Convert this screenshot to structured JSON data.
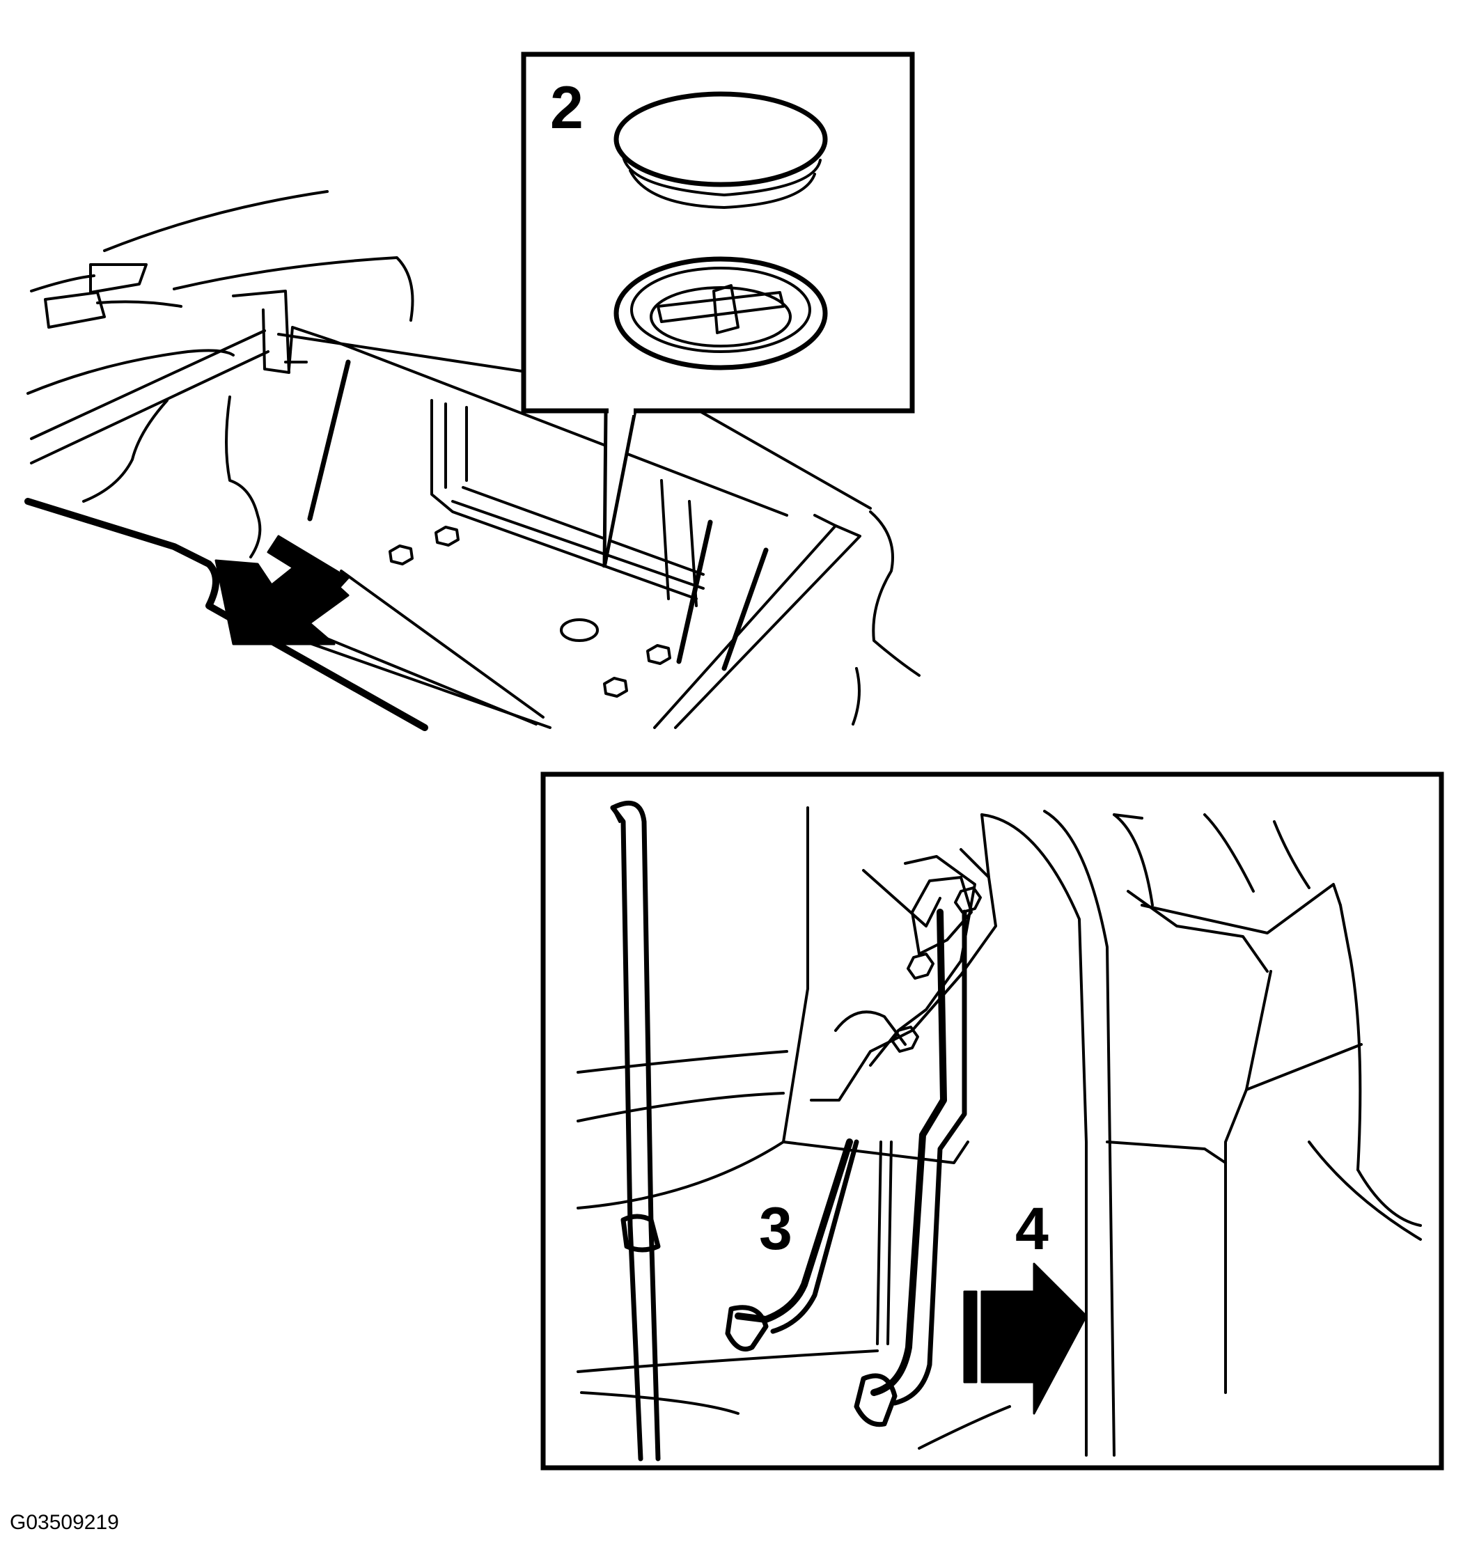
{
  "callouts": {
    "label_2": "2",
    "label_3": "3",
    "label_4": "4"
  },
  "figure_code": "G03509219",
  "colors": {
    "ink": "#000000",
    "paper": "#ffffff"
  },
  "icons": {
    "upper_arrow": "arrow-down-left-icon",
    "lower_arrow": "arrow-right-icon"
  }
}
